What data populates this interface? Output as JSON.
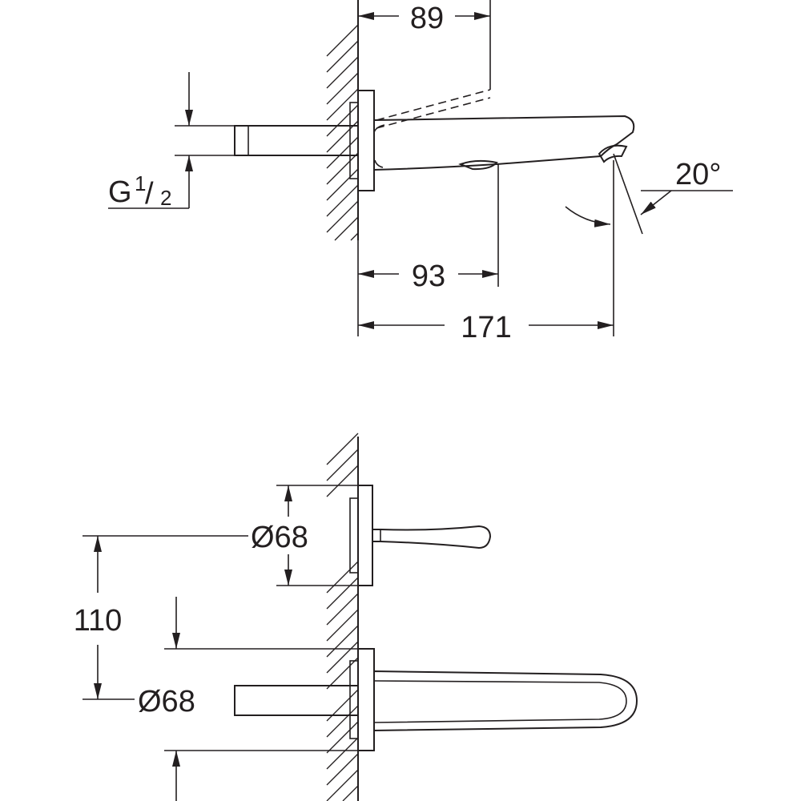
{
  "dimensions": {
    "top_width": "89",
    "outlet_reach": "93",
    "total_reach": "171",
    "angle": "20°",
    "thread_letter": "G",
    "thread_num": "1",
    "thread_slash": "/",
    "thread_den": "2",
    "upper_diameter": "Ø68",
    "lower_diameter": "Ø68",
    "center_distance": "110"
  },
  "colors": {
    "line": "#231f20",
    "background": "#ffffff"
  }
}
